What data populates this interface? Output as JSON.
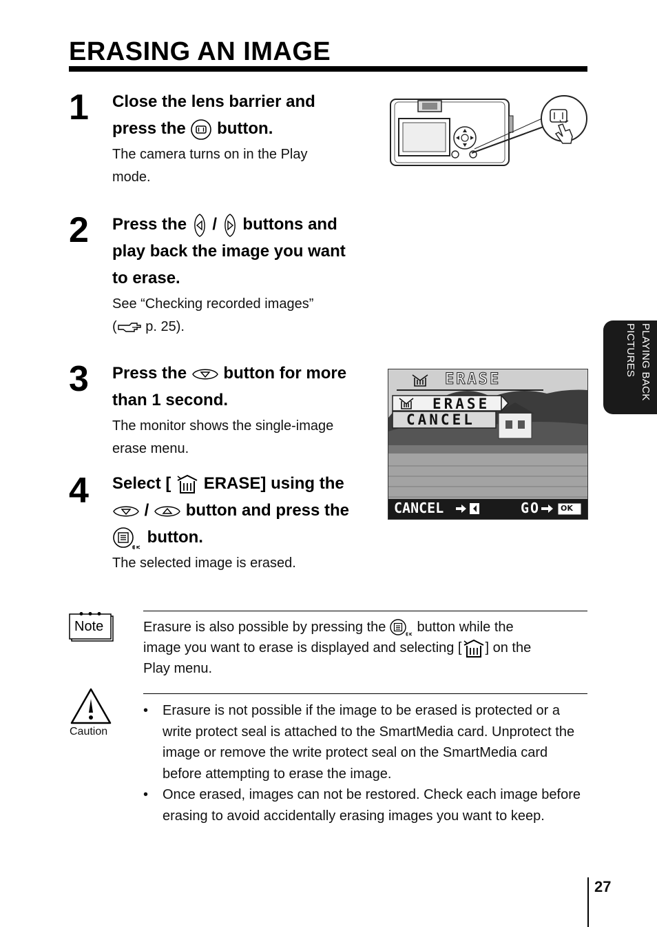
{
  "page_title": "ERASING AN IMAGE",
  "side_tab": {
    "line1": "PLAYING BACK",
    "line2": "PICTURES"
  },
  "steps": [
    {
      "number": "1",
      "head_part1": "Close the lens barrier and",
      "head_part2": "press the",
      "head_part3": "button.",
      "body_line1": "The camera turns on in the Play",
      "body_line2": "mode."
    },
    {
      "number": "2",
      "head_part1": "Press the",
      "head_sep": "/",
      "head_part2": "buttons and",
      "head_line2": "play back the image you want",
      "head_line3": "to erase.",
      "body_line1": "See “Checking recorded images”",
      "body_line2_pre": "(",
      "body_line2_post": "p. 25)."
    },
    {
      "number": "3",
      "head_part1": "Press the",
      "head_part2": "button for more",
      "head_line2": "than 1 second.",
      "body_line1": "The monitor shows the single-image",
      "body_line2": "erase menu."
    },
    {
      "number": "4",
      "head_part1": "Select [",
      "head_part2": "ERASE] using the",
      "head_sep": "/",
      "head_part3": "button and press the",
      "head_part4": "button.",
      "body_line1": "The selected image is erased."
    }
  ],
  "lcd_screen": {
    "header": "ERASE",
    "option_erase": "ERASE",
    "option_cancel": "CANCEL",
    "footer_cancel": "CANCEL",
    "footer_go": "GO",
    "ok_badge": "OK"
  },
  "note": {
    "label": "Note",
    "text_part1": "Erasure is also possible by pressing the",
    "text_part2": "button while the",
    "text_part3": "image you want to erase is displayed and selecting [",
    "text_part4": "] on the",
    "text_part5": "Play menu."
  },
  "caution": {
    "label": "Caution",
    "bullets": [
      "Erasure is not possible if the image to be erased is protected or a write protect seal is attached to the SmartMedia card. Unprotect the image or remove the write protect seal on the SmartMedia card before attempting to erase the image.",
      "Once erased, images can not be restored. Check each image before erasing to avoid accidentally erasing images you want to keep."
    ]
  },
  "page_number": "27",
  "colors": {
    "lcd_highlight": "#f2f2f2",
    "lcd_sky": "#cfcfcf",
    "side_tab_bg": "#1a1a1a"
  }
}
